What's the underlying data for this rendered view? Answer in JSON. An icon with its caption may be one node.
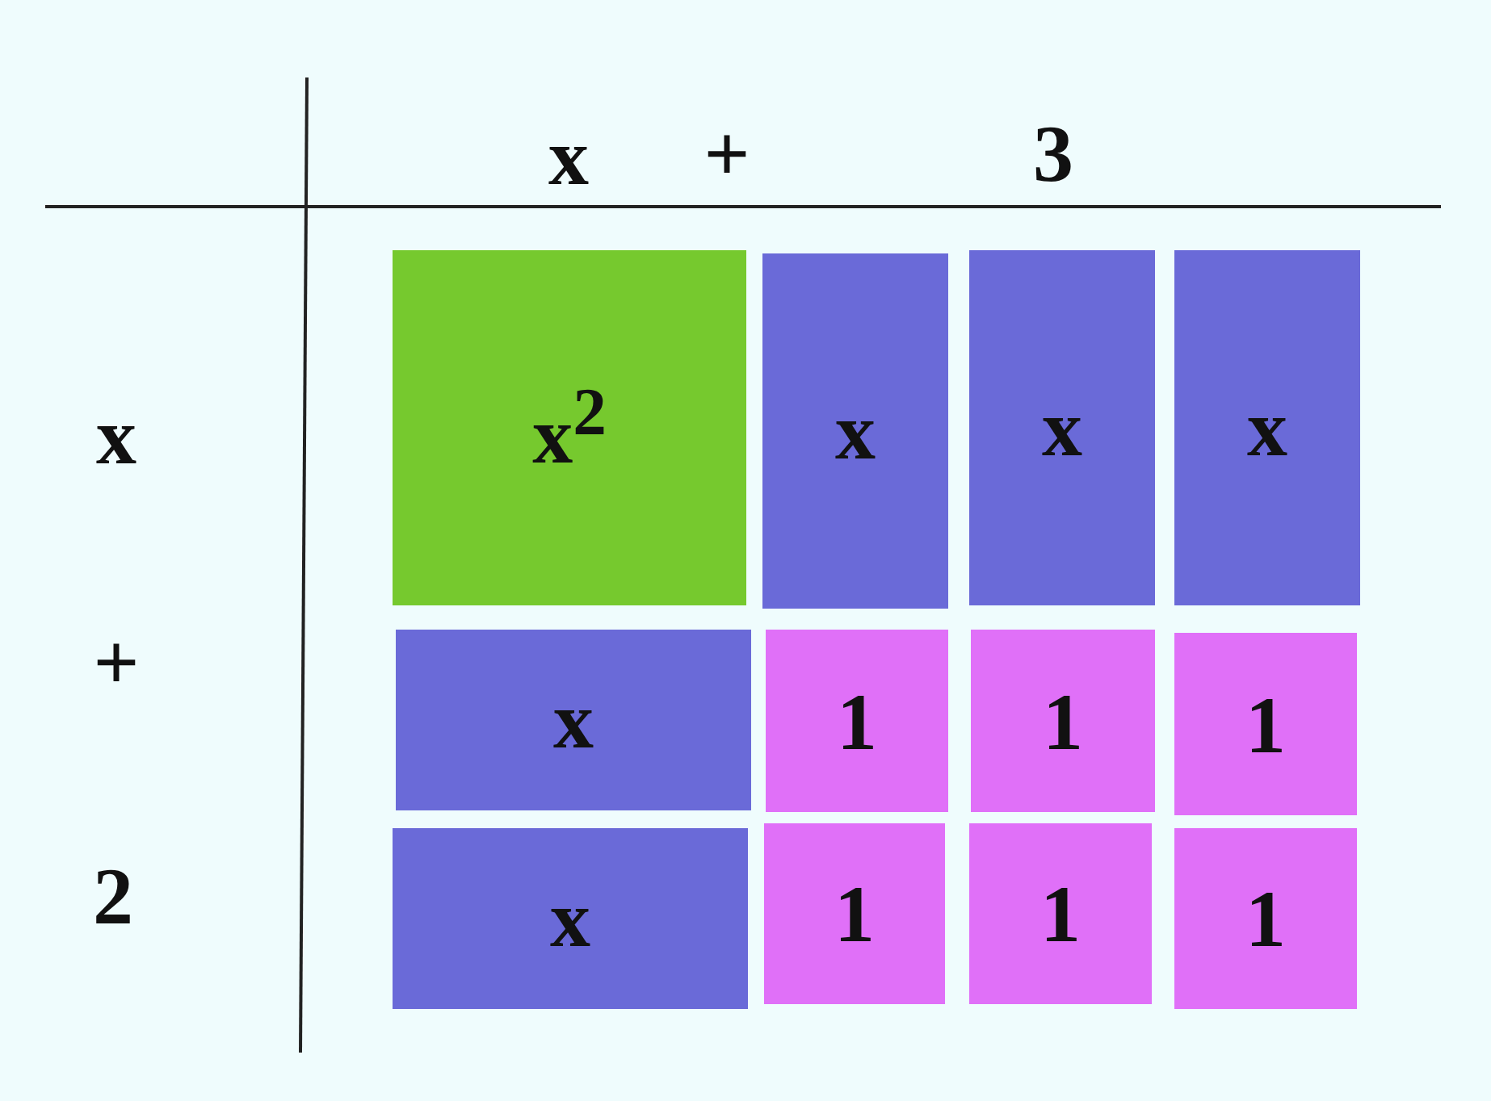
{
  "diagram": {
    "nodes": [
      {
        "text": [
          "x$^{2}$"
        ]
      },
      {
        "text": [
          "x"
        ]
      },
      {
        "text": [
          "x"
        ]
      },
      {
        "text": [
          "x"
        ]
      },
      {
        "text": [
          "x"
        ]
      },
      {
        "text": [
          "1"
        ]
      },
      {
        "text": [
          "1"
        ]
      },
      {
        "text": [
          "1"
        ]
      },
      {
        "text": [
          "x"
        ]
      },
      {
        "text": [
          "1"
        ]
      },
      {
        "text": [
          "1"
        ]
      },
      {
        "text": [
          "1"
        ]
      }
    ],
    "labels": [
      "x",
      "+",
      "3",
      "x",
      "+",
      "2"
    ]
  }
}
